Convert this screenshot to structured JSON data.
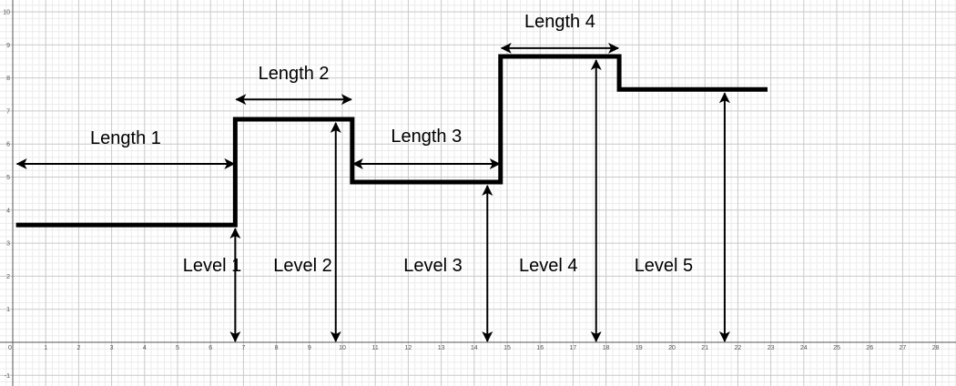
{
  "diagram": {
    "x_ticks": [
      "0",
      "1",
      "2",
      "3",
      "4",
      "5",
      "6",
      "7",
      "8",
      "9",
      "10",
      "11",
      "12",
      "13",
      "14",
      "15",
      "16",
      "17",
      "18",
      "19",
      "20",
      "21",
      "22",
      "23",
      "24",
      "25",
      "26",
      "27",
      "28"
    ],
    "y_ticks": [
      "1",
      "2",
      "3",
      "4",
      "5",
      "6",
      "7",
      "8",
      "9",
      "10"
    ],
    "y_neg_tick": "-1",
    "steps": [
      {
        "start": 0.1,
        "end": 6.75,
        "level": 3.55
      },
      {
        "start": 6.75,
        "end": 10.3,
        "level": 6.75
      },
      {
        "start": 10.3,
        "end": 14.8,
        "level": 4.85
      },
      {
        "start": 14.8,
        "end": 18.4,
        "level": 8.65
      },
      {
        "start": 18.4,
        "end": 22.9,
        "level": 7.65
      }
    ],
    "length_labels": [
      "Length 1",
      "Length 2",
      "Length 3",
      "Length 4"
    ],
    "level_labels": [
      "Level 1",
      "Level 2",
      "Level 3",
      "Level 4",
      "Level 5"
    ],
    "level_arrow_x": [
      6.75,
      9.8,
      14.4,
      17.7,
      21.6
    ]
  }
}
